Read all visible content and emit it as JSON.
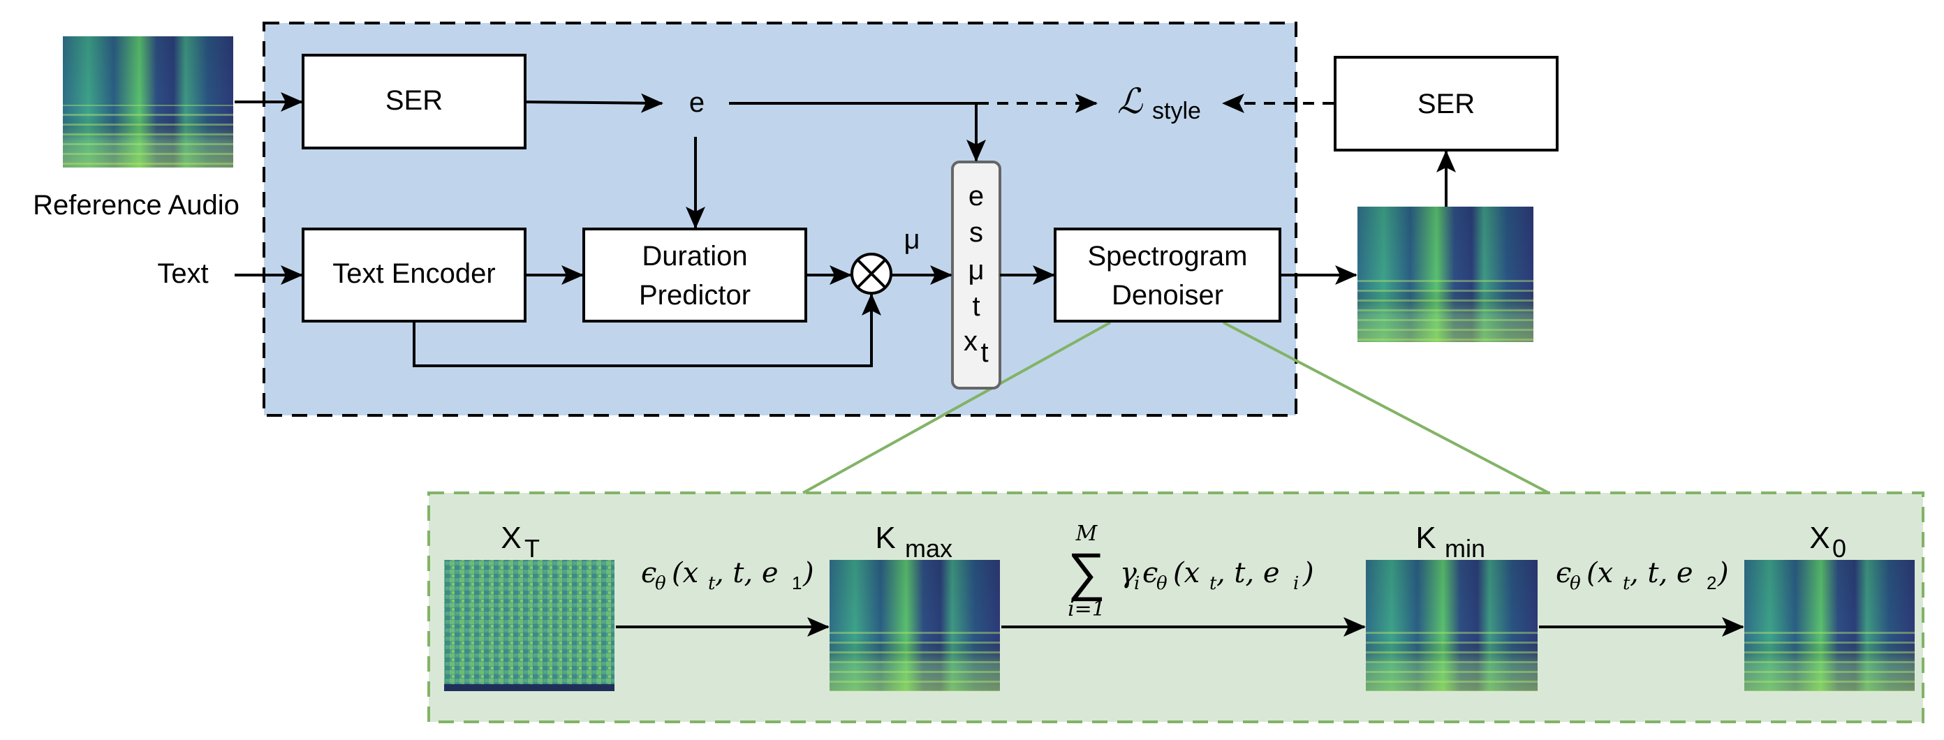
{
  "labels": {
    "ser_left": "SER",
    "ser_right": "SER",
    "e": "e",
    "loss_main": "ℒ",
    "loss_sub": "style",
    "reference_audio": "Reference Audio",
    "text": "Text",
    "text_encoder": "Text Encoder",
    "duration_line1": "Duration",
    "duration_line2": "Predictor",
    "mu": "μ",
    "concat_e": "e",
    "concat_s": "s",
    "concat_mu": "μ",
    "concat_t": "t",
    "concat_x": "x",
    "concat_x_sub": "t",
    "denoiser_line1": "Spectrogram",
    "denoiser_line2": "Denoiser",
    "xT_main": "X",
    "xT_sub": "T",
    "kmax_main": "K",
    "kmax_sub": "max",
    "kmin_main": "K",
    "kmin_sub": "min",
    "x0_main": "X",
    "x0_sub": "0",
    "eps1": "ϵ",
    "eps1_sub": "θ",
    "eps1_args": "(x",
    "eps1_args_sub": "t",
    "eps1_rest": ", t, e",
    "eps1_rest_sub": "1",
    "eps1_close": ")",
    "sum_top": "M",
    "sum_symbol": "∑",
    "sum_bottom": "i=1",
    "sum_gamma": "γ",
    "sum_gamma_sub": "i",
    "sum_eps": "ϵ",
    "sum_eps_sub": "θ",
    "sum_args": "(x",
    "sum_args_sub": "t",
    "sum_rest": ", t, e",
    "sum_rest_sub": "i",
    "sum_close": ")",
    "eps2": "ϵ",
    "eps2_sub": "θ",
    "eps2_args": "(x",
    "eps2_args_sub": "t",
    "eps2_rest": ", t, e",
    "eps2_rest_sub": "2",
    "eps2_close": ")"
  },
  "colors": {
    "blue_panel": "#c0d5ec",
    "green_panel": "#d9e8d6",
    "green_border": "#82b366",
    "concat_fill": "#f2f2f2"
  }
}
